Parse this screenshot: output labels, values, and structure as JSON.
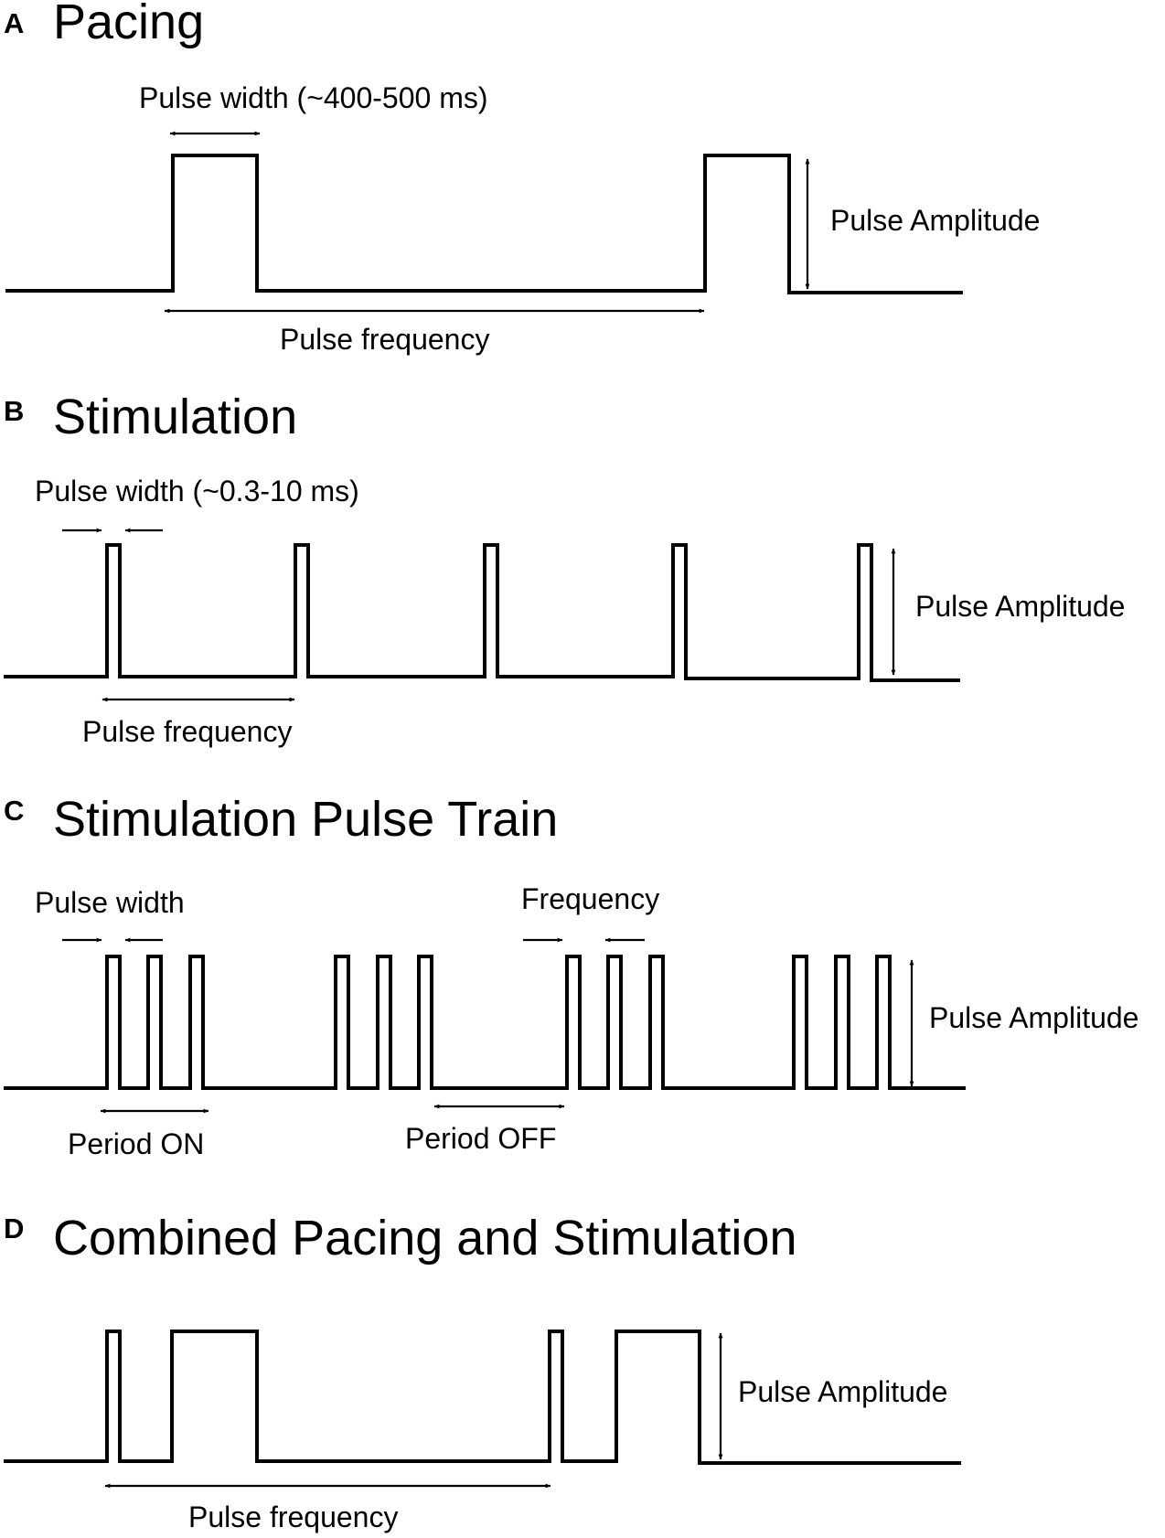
{
  "panels": [
    {
      "letter": "A",
      "title": "Pacing",
      "labels": {
        "pulse_width": "Pulse width (~400-500 ms)",
        "pulse_amplitude": "Pulse Amplitude",
        "pulse_frequency": "Pulse frequency"
      }
    },
    {
      "letter": "B",
      "title": "Stimulation",
      "labels": {
        "pulse_width": "Pulse width (~0.3-10 ms)",
        "pulse_amplitude": "Pulse Amplitude",
        "pulse_frequency": "Pulse frequency"
      }
    },
    {
      "letter": "C",
      "title": "Stimulation Pulse Train",
      "labels": {
        "pulse_width": "Pulse width",
        "frequency": "Frequency",
        "pulse_amplitude": "Pulse Amplitude",
        "period_on": "Period ON",
        "period_off": "Period OFF"
      }
    },
    {
      "letter": "D",
      "title": "Combined Pacing and Stimulation",
      "labels": {
        "pulse_amplitude": "Pulse Amplitude",
        "pulse_frequency": "Pulse frequency"
      }
    }
  ]
}
